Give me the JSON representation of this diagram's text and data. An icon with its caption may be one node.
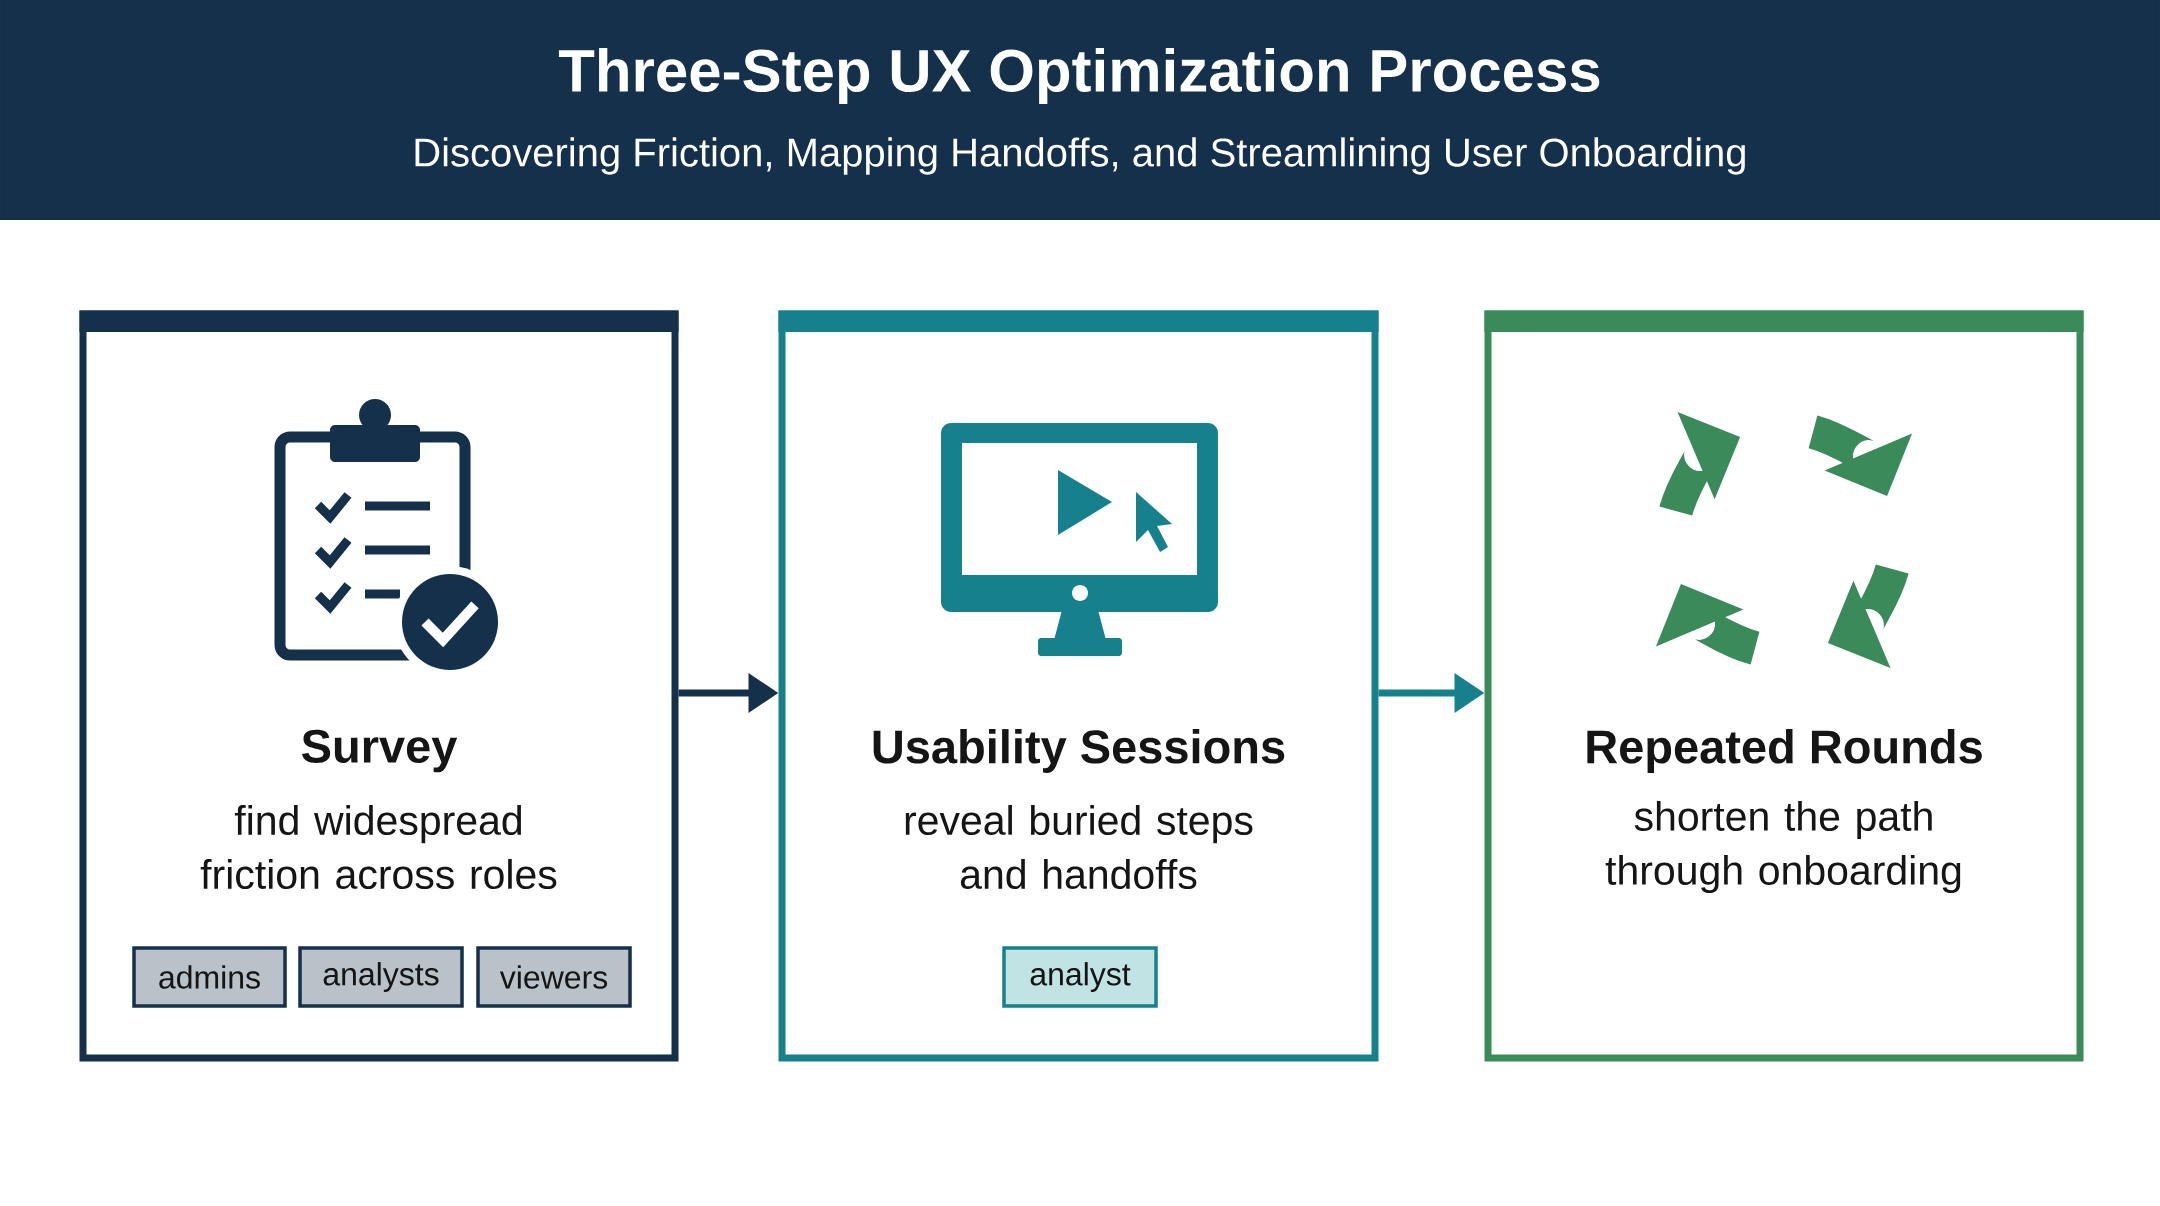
{
  "diagram": {
    "title": "Three-Step UX Optimization Process",
    "caption": "Discovering Friction, Mapping Handoffs, and Streamlining User Onboarding",
    "nodes": [
      {
        "text": [
          "Survey",
          "find widespread friction across roles"
        ]
      },
      {
        "text": [
          "Usability Sessions",
          "reveal buried steps and handoffs"
        ]
      },
      {
        "text": [
          "Repeated Rounds",
          "shorten the path through onboarding"
        ]
      },
      {
        "text": [
          "admins"
        ],
        "in": 0
      },
      {
        "text": [
          "analysts"
        ],
        "in": 0
      },
      {
        "text": [
          "viewers"
        ],
        "in": 0
      },
      {
        "text": [
          "analyst"
        ],
        "in": 1
      }
    ],
    "edges": [
      {
        "from": 0,
        "to": 1,
        "arrow": "to",
        "color": "#14304a"
      },
      {
        "from": 1,
        "to": 2,
        "arrow": "to",
        "color": "#16808c"
      }
    ]
  }
}
